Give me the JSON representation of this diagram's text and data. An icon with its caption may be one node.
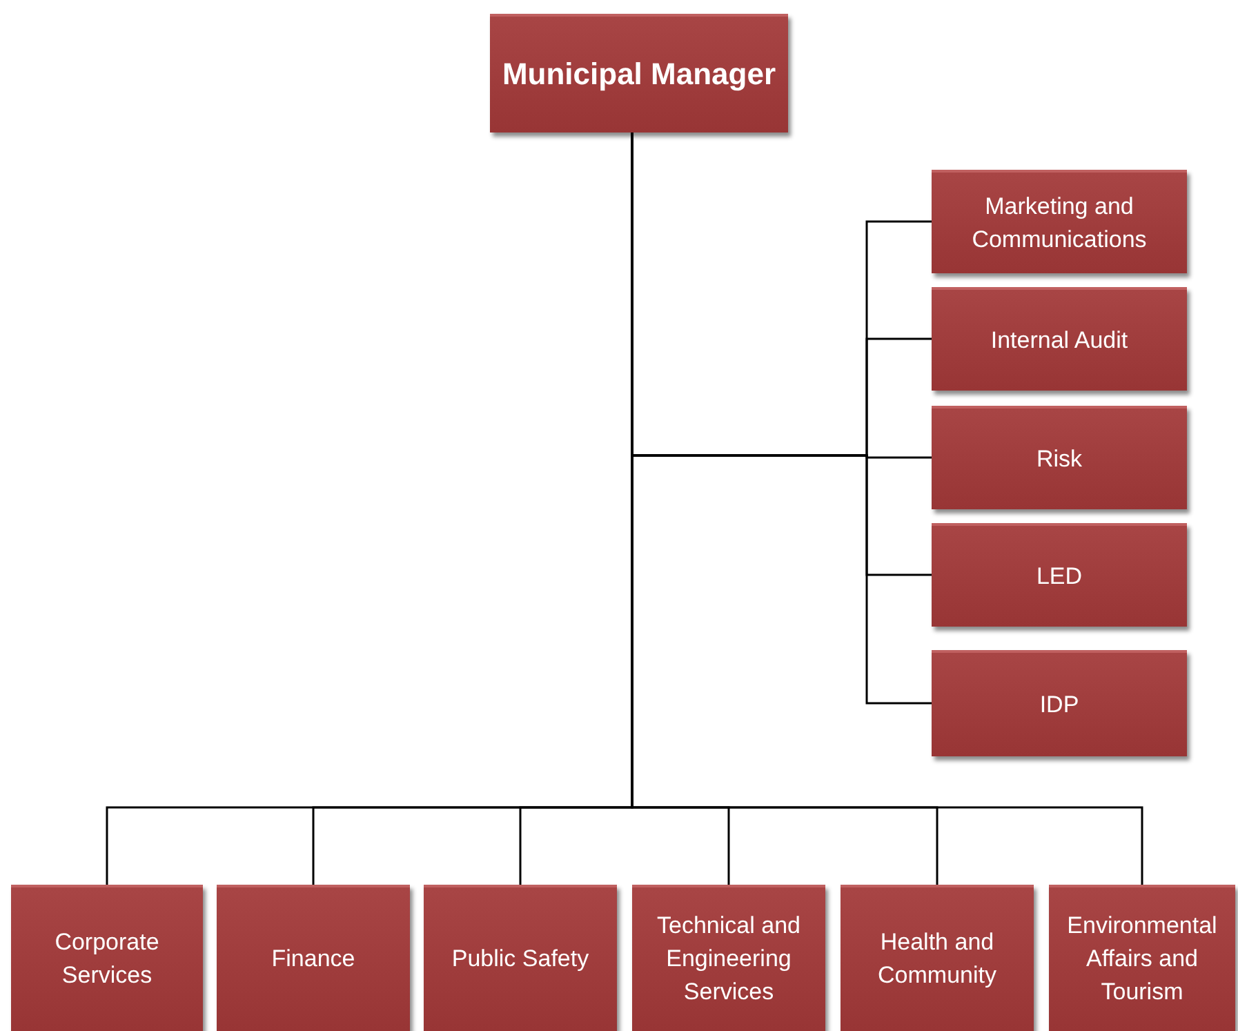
{
  "diagram": {
    "nodes": [
      {
        "text": [
          "Municipal Manager"
        ]
      },
      {
        "text": [
          "Marketing and Communications"
        ]
      },
      {
        "text": [
          "Internal Audit"
        ]
      },
      {
        "text": [
          "Risk"
        ]
      },
      {
        "text": [
          "LED"
        ]
      },
      {
        "text": [
          "IDP"
        ]
      },
      {
        "text": [
          "Corporate Services"
        ]
      },
      {
        "text": [
          "Finance"
        ]
      },
      {
        "text": [
          "Public Safety"
        ]
      },
      {
        "text": [
          "Technical and Engineering Services"
        ]
      },
      {
        "text": [
          "Health and Community"
        ]
      },
      {
        "text": [
          "Environmental Affairs and Tourism"
        ]
      }
    ],
    "edges": [
      {
        "from": 0,
        "to": 1,
        "arrow": "none"
      },
      {
        "from": 0,
        "to": 2,
        "arrow": "none"
      },
      {
        "from": 0,
        "to": 3,
        "arrow": "none"
      },
      {
        "from": 0,
        "to": 4,
        "arrow": "none"
      },
      {
        "from": 0,
        "to": 5,
        "arrow": "none"
      },
      {
        "from": 0,
        "to": 6,
        "arrow": "none"
      },
      {
        "from": 0,
        "to": 7,
        "arrow": "none"
      },
      {
        "from": 0,
        "to": 8,
        "arrow": "none"
      },
      {
        "from": 0,
        "to": 9,
        "arrow": "none"
      },
      {
        "from": 0,
        "to": 10,
        "arrow": "none"
      },
      {
        "from": 0,
        "to": 11,
        "arrow": "none"
      }
    ]
  }
}
